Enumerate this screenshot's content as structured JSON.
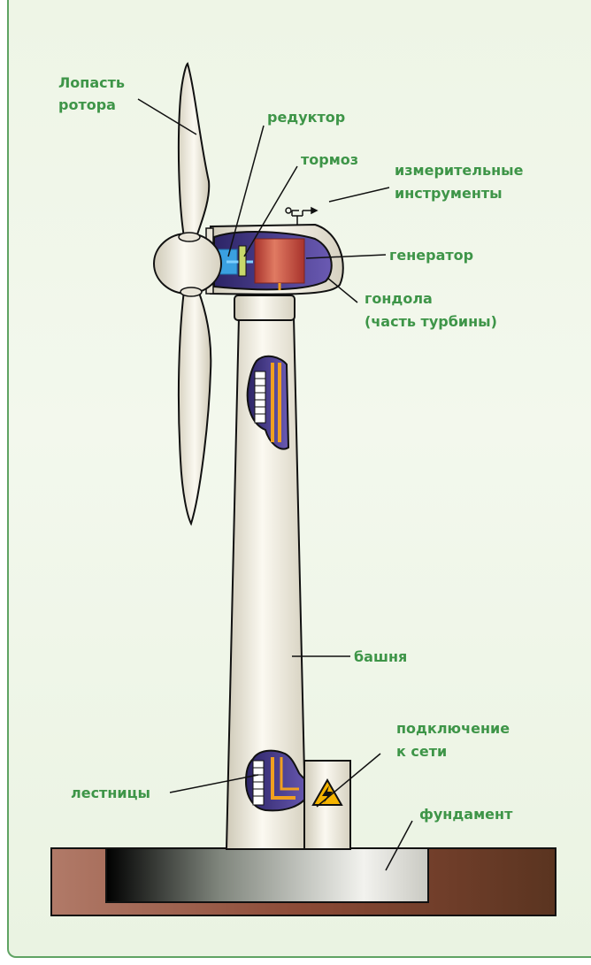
{
  "labels": {
    "rotor_blade_1": "Лопасть",
    "rotor_blade_2": "ротора",
    "gearbox": "редуктор",
    "brake": "тормоз",
    "instruments_1": "измерительные",
    "instruments_2": "инструменты",
    "generator": "генератор",
    "nacelle_1": "гондола",
    "nacelle_2": "(часть турбины)",
    "tower": "башня",
    "grid_1": "подключение",
    "grid_2": "к сети",
    "ladders": "лестницы",
    "foundation": "фундамент"
  },
  "colors": {
    "label_green": "#3e9548",
    "frame_green": "#5fa363",
    "tower_body": "#f4f1e6",
    "ground_brown": "#8b4a36",
    "generator_red": "#c0453c",
    "cutaway_purple": "#3d2d7a",
    "ladder_orange": "#f0a020",
    "warning_yellow": "#f5b400",
    "gearbox_blue": "#3aa0e0"
  },
  "icons": [
    "high-voltage-warning-icon",
    "wind-vane-icon"
  ]
}
